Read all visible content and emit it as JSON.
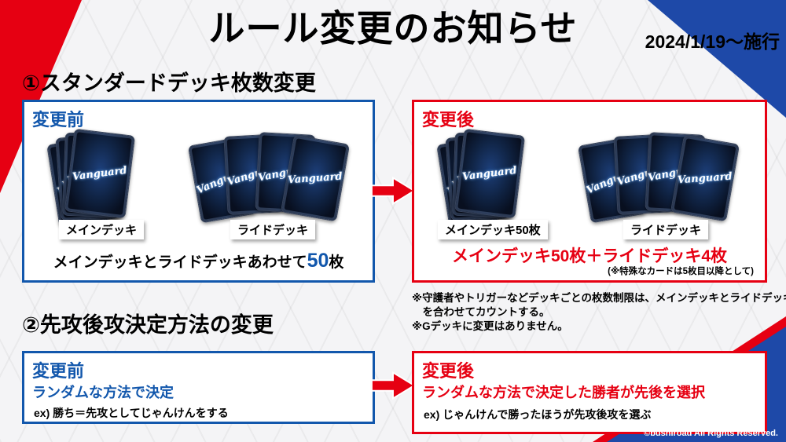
{
  "header": {
    "title": "ルール変更のお知らせ",
    "date": "2024/1/19～施行"
  },
  "card": {
    "brand": "Vanguard"
  },
  "section1": {
    "heading": "①スタンダードデッキ枚数変更",
    "before": {
      "label": "変更前",
      "main_deck_label": "メインデッキ",
      "ride_deck_label": "ライドデッキ",
      "summary_prefix": "メインデッキとライドデッキあわせて",
      "summary_highlight": "50",
      "summary_suffix": "枚"
    },
    "after": {
      "label": "変更後",
      "main_deck_label": "メインデッキ50枚",
      "ride_deck_label": "ライドデッキ",
      "summary": "メインデッキ50枚＋ライドデッキ4枚",
      "summary_note": "(※特殊なカードは5枚目以降として)"
    },
    "notes": [
      "※守護者やトリガーなどデッキごとの枚数制限は、メインデッキとライドデッキ",
      "　を合わせてカウントする。",
      "※Gデッキに変更はありません。"
    ]
  },
  "section2": {
    "heading": "②先攻後攻決定方法の変更",
    "before": {
      "label": "変更前",
      "rule": "ランダムな方法で決定",
      "example": "ex) 勝ち＝先攻としてじゃんけんをする"
    },
    "after": {
      "label": "変更後",
      "rule": "ランダムな方法で決定した勝者が先後を選択",
      "example": "ex) じゃんけんで勝ったほうが先攻後攻を選ぶ"
    }
  },
  "footer": {
    "copyright": "©bushiroad All Rights Reserved."
  },
  "colors": {
    "accent_red": "#e60012",
    "accent_blue": "#1257ac",
    "corner_blue": "#1e49a8"
  }
}
